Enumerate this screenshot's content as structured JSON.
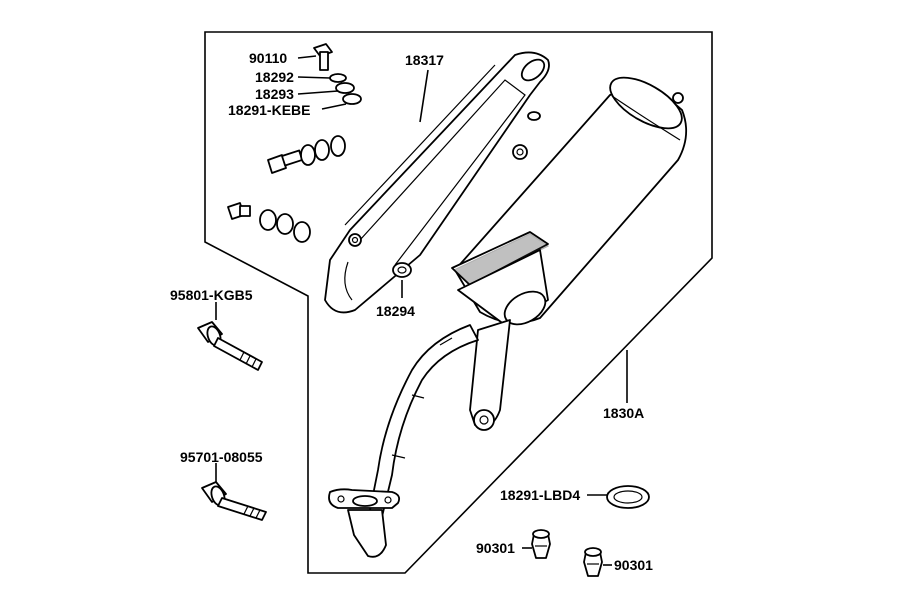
{
  "labels": {
    "p90110": "90110",
    "p18292": "18292",
    "p18293": "18293",
    "p18291_kebe": "18291-KEBE",
    "p18317": "18317",
    "p18294": "18294",
    "p95801_kgb5": "95801-KGB5",
    "p95701_08055": "95701-08055",
    "p1830a": "1830A",
    "p18291_lbd4": "18291-LBD4",
    "p90301_a": "90301",
    "p90301_b": "90301"
  }
}
